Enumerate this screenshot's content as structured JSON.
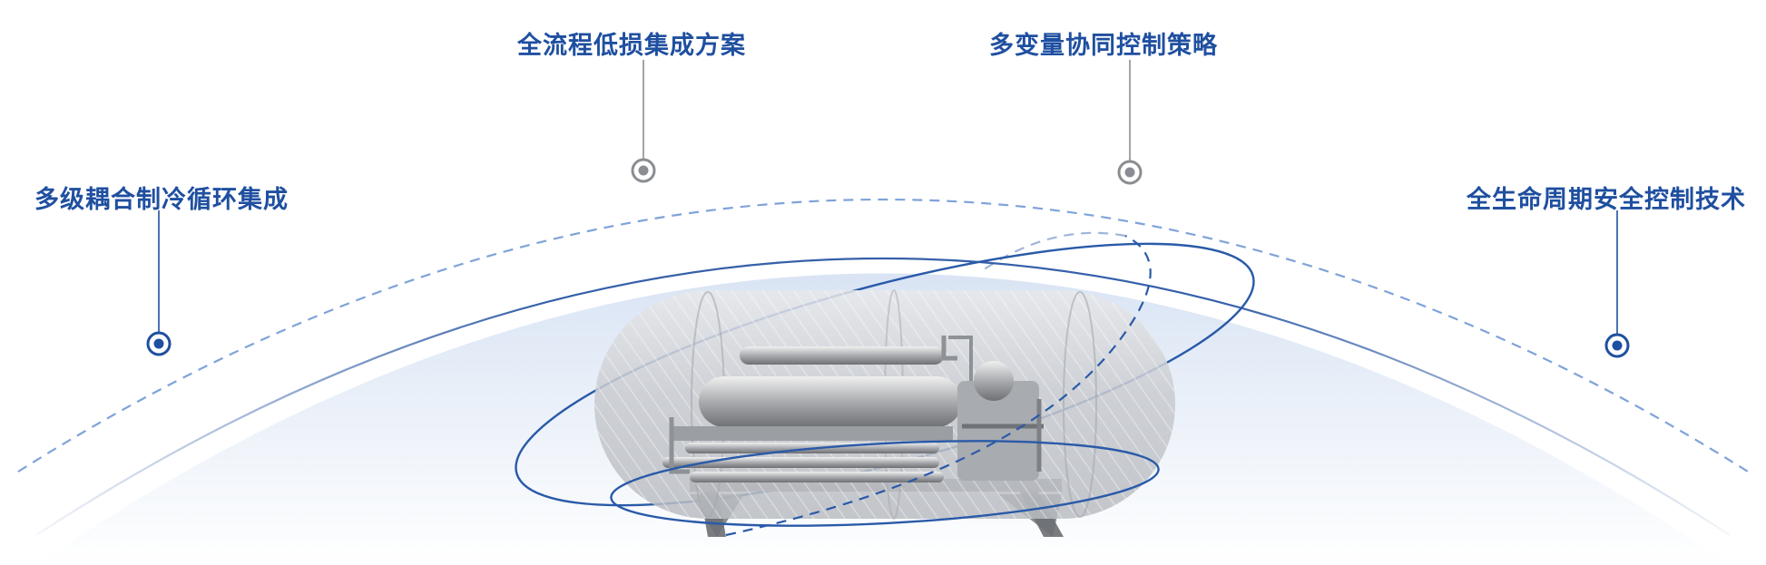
{
  "features": [
    {
      "label": "多级耦合制冷循环集成"
    },
    {
      "label": "全流程低损集成方案"
    },
    {
      "label": "多变量协同控制策略"
    },
    {
      "label": "全生命周期安全控制技术"
    }
  ],
  "colors": {
    "accent": "#1f4fa0",
    "dashed_arc": "#7fa3d9",
    "dome_fill_top": "#dfe8f5",
    "dome_fill_bottom": "#ffffff",
    "marker_gray": "#8a8d92"
  },
  "illustration": {
    "subject": "cryogenic-tank-with-equipment-icon",
    "marker_styles": [
      "blue-dot",
      "gray-dot",
      "gray-dot",
      "blue-dot"
    ]
  }
}
